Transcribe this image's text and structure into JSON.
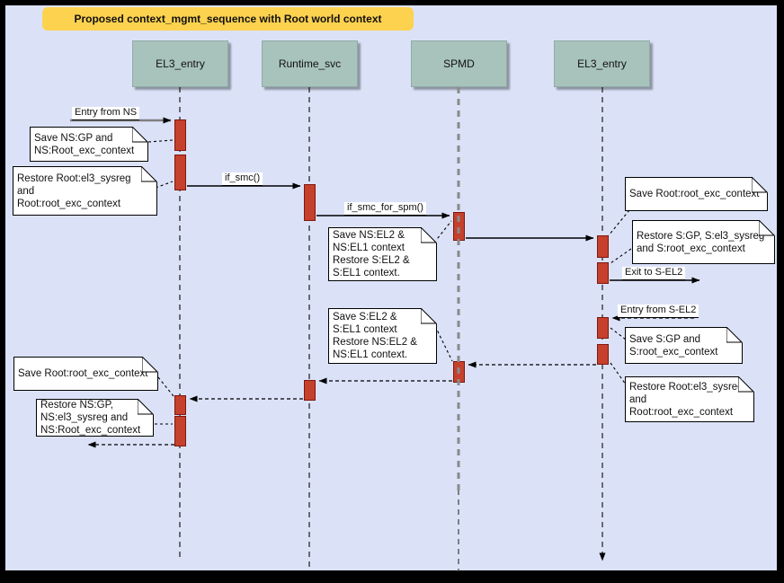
{
  "title": {
    "text": "Proposed context_mgmt_sequence with Root world context"
  },
  "lifelines": [
    {
      "label": "EL3_entry"
    },
    {
      "label": "Runtime_svc"
    },
    {
      "label": "SPMD"
    },
    {
      "label": "EL3_entry"
    }
  ],
  "messages": [
    {
      "label": "Entry from NS"
    },
    {
      "label": "if_smc()"
    },
    {
      "label": "if_smc_for_spm()"
    },
    {
      "label": "Exit to S-EL2"
    },
    {
      "label": "Entry from S-EL2"
    }
  ],
  "notes": [
    {
      "text": "Save NS:GP and\nNS:Root_exc_context"
    },
    {
      "text": "Restore Root:el3_sysreg\nand\nRoot:root_exc_context"
    },
    {
      "text": "Save NS:EL2 &\nNS:EL1 context\nRestore S:EL2 &\nS:EL1 context."
    },
    {
      "text": "Save Root:root_exc_context"
    },
    {
      "text": "Restore S:GP, S:el3_sysreg\nand S:root_exc_context"
    },
    {
      "text": "Save S:GP and\nS:root_exc_context"
    },
    {
      "text": "Restore Root:el3_sysreg\nand\nRoot:root_exc_context"
    },
    {
      "text": "Save S:EL2 &\nS:EL1 context\nRestore NS:EL2 &\nNS:EL1 context."
    },
    {
      "text": "Save Root:root_exc_context"
    },
    {
      "text": "Restore NS:GP,\nNS:el3_sysreg and\nNS:Root_exc_context"
    }
  ],
  "colors": {
    "background": "#dbe2f8",
    "banner": "#fdd24f",
    "lifeline_header": "#a8c2bc",
    "activation_fill": "#c5402d",
    "activation_border": "#801710",
    "spmd_lifeline": "#8a8a8a"
  }
}
